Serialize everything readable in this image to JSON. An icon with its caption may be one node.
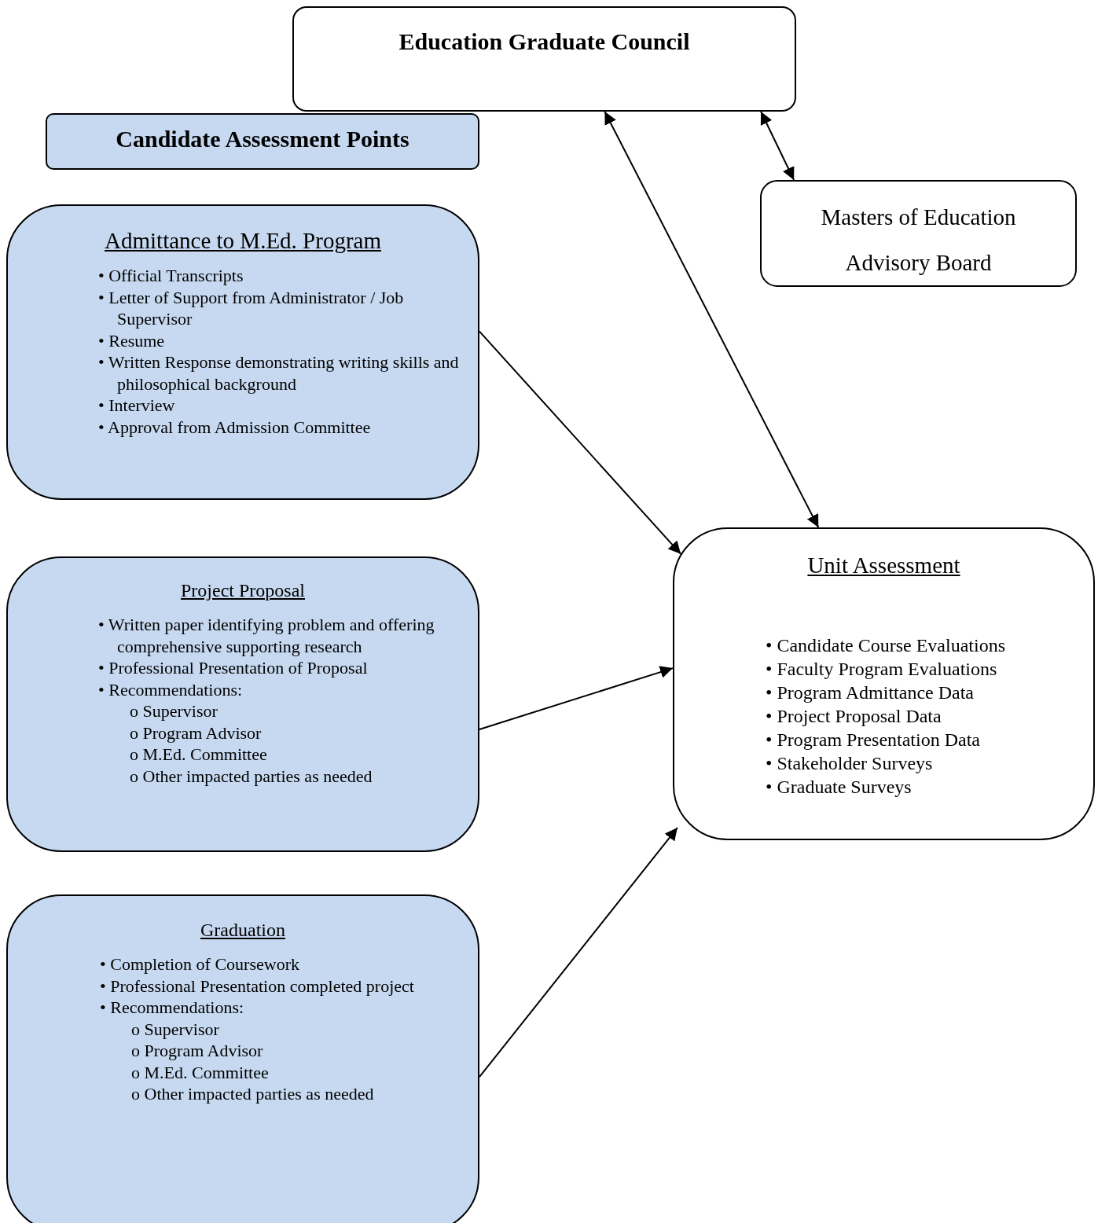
{
  "diagram": {
    "nodes": [
      {
        "text": [
          "Education Graduate Council"
        ]
      },
      {
        "text": [
          "Candidate Assessment Points"
        ]
      },
      {
        "text": [
          "Masters of Education Advisory Board"
        ]
      },
      {
        "text": [
          "Admittance to M.Ed. Program",
          "• Official Transcripts",
          "• Letter of Support from Administrator / Job Supervisor",
          "• Resume",
          "• Written Response demonstrating writing skills and philosophical background",
          "• Interview",
          "• Approval from Admission Committee"
        ]
      },
      {
        "text": [
          "Project Proposal",
          "• Written paper identifying problem and offering comprehensive supporting research",
          "• Professional Presentation of Proposal",
          "• Recommendations:",
          "o Supervisor",
          "o Program Advisor",
          "o M.Ed. Committee",
          "o Other impacted parties as needed"
        ]
      },
      {
        "text": [
          "Graduation",
          "• Completion of Coursework",
          "• Professional Presentation completed project",
          "• Recommendations:",
          "o Supervisor",
          "o Program Advisor",
          "o M.Ed. Committee",
          "o Other impacted parties as needed"
        ]
      },
      {
        "text": [
          "Unit Assessment",
          "• Candidate Course Evaluations",
          "• Faculty Program Evaluations",
          "• Program Admittance Data",
          "• Project Proposal Data",
          "• Program Presentation Data",
          "• Stakeholder Surveys",
          "• Graduate Surveys"
        ]
      }
    ],
    "edges": [
      {
        "from": 0,
        "to": 6,
        "arrow": "both"
      },
      {
        "from": 0,
        "to": 2,
        "arrow": "both"
      },
      {
        "from": 3,
        "to": 6,
        "arrow": "to"
      },
      {
        "from": 4,
        "to": 6,
        "arrow": "to"
      },
      {
        "from": 5,
        "to": 6,
        "arrow": "to"
      }
    ]
  }
}
